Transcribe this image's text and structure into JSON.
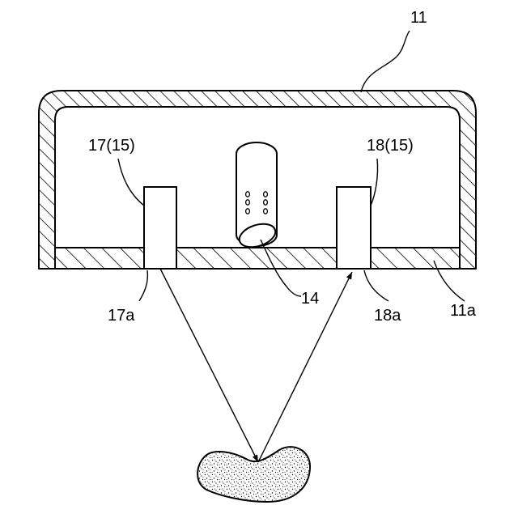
{
  "labels": {
    "housing": "11",
    "emitter": "17(15)",
    "receiver": "18(15)",
    "lens": "14",
    "emitter_window": "17a",
    "receiver_window": "18a",
    "window_plate": "11a"
  },
  "colors": {
    "line": "#000000",
    "background": "#ffffff"
  }
}
